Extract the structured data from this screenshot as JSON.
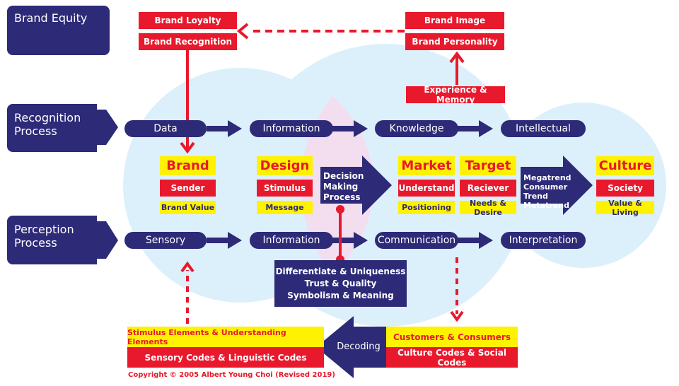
{
  "left_labels": {
    "brand_equity": "Brand Equity",
    "recognition_process": "Recognition Process",
    "perception_process": "Perception Process"
  },
  "equity_boxes": {
    "brand_loyalty": "Brand Loyalty",
    "brand_recognition": "Brand Recognition",
    "brand_image": "Brand Image",
    "brand_personality": "Brand Personality",
    "experience_memory": "Experience & Memory"
  },
  "recognition_row": [
    "Data",
    "Information",
    "Knowledge",
    "Intellectual"
  ],
  "perception_row": [
    "Sensory",
    "Information",
    "Communication",
    "Interpretation"
  ],
  "columns": {
    "brand": {
      "title": "Brand",
      "red": "Sender",
      "yellow": "Brand Value"
    },
    "design": {
      "title": "Design",
      "red": "Stimulus",
      "yellow": "Message"
    },
    "market": {
      "title": "Market",
      "red": "Understand",
      "yellow": "Positioning"
    },
    "target": {
      "title": "Target",
      "red": "Reciever",
      "yellow": "Needs & Desire"
    },
    "culture": {
      "title": "Culture",
      "red": "Society",
      "yellow": "Value & Living"
    }
  },
  "decision_arrow": "Decision Making Process",
  "megatrend_arrow": "Megatrend Consumer Trend Metatrend",
  "differentiate_box": [
    "Differentiate & Uniqueness",
    "Trust & Quality",
    "Symbolism & Meaning"
  ],
  "bottom": {
    "stimulus_elements": "Stimulus Elements & Understanding Elements",
    "sensory_codes": "Sensory Codes & Linguistic Codes",
    "decoding": "Decoding",
    "customers": "Customers & Consumers",
    "culture_codes": "Culture Codes & Social Codes"
  },
  "copyright": "Copyright © 2005 Albert Young Choi (Revised 2019)",
  "colors": {
    "navy": "#2d2a78",
    "red": "#e8192c",
    "yellow": "#fff200",
    "circle_blue": "#dcf0fb",
    "circle_pink": "#f3def0"
  }
}
